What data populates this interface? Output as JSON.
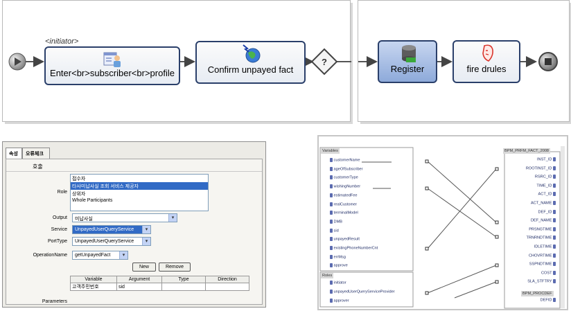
{
  "process1": {
    "stereotype": "<initiator>",
    "tasks": [
      {
        "label": "Enter<br>subscriber<br>profile",
        "icon": "user-form-icon"
      },
      {
        "label": "Confirm unpayed fact",
        "icon": "globe-service-icon"
      }
    ]
  },
  "process2": {
    "tasks": [
      {
        "label": "Register",
        "icon": "database-icon",
        "selected": true
      },
      {
        "label": "fire drules",
        "icon": "face-icon"
      }
    ]
  },
  "form": {
    "tabs": [
      "속성",
      "오류체크"
    ],
    "section_title": "호출",
    "role_label": "Role",
    "role_options": [
      "접수자",
      "타사미납사실 조회 서비스 제공자",
      "상위자",
      "Whole Participants"
    ],
    "role_selected_index": 1,
    "output_label": "Output",
    "output_value": "미납사실",
    "service_label": "Service",
    "service_value": "UnpayedUserQueryService",
    "porttype_label": "PortType",
    "porttype_value": "UnpayedUserQueryService",
    "operation_label": "OperationName",
    "operation_value": "getUnpayedFact",
    "new_button": "New",
    "remove_button": "Remove",
    "params_label": "Parameters",
    "param_headers": [
      "Variable",
      "Argument",
      "Type",
      "Direction"
    ],
    "param_rows": [
      [
        "고객주민번호",
        "sid",
        "",
        ""
      ]
    ]
  },
  "mapping": {
    "variables_header": "Variables",
    "variables": [
      "customerName",
      "ageOfSubscriber",
      "customerType",
      "wishingNumber",
      "estimatedFee",
      "realCustomer",
      "terminalModel",
      "DMB",
      "sid",
      "unpayedResult",
      "existingPhoneNumberCnt",
      "errMsg",
      "approve"
    ],
    "roles_header": "Roles",
    "roles": [
      "initiator",
      "unpayedUserQueryServiceProvider",
      "approver"
    ],
    "table1_header": "BPM_PRFM_FACT_2008",
    "table1_fields": [
      "INST_ID",
      "ROOTINST_ID",
      "RSRC_ID",
      "TIME_ID",
      "ACT_ID",
      "ACT_NAME",
      "DEF_ID",
      "DEF_NAME",
      "PRSNGTIME",
      "TRNRNDTIME",
      "IDLETIME",
      "CHOVRTIME",
      "SSPNDTIME",
      "COST",
      "SLA_STFTRY"
    ],
    "table2_header": "BPM_PROCDEF",
    "table2_fields": [
      "DEFID"
    ]
  }
}
